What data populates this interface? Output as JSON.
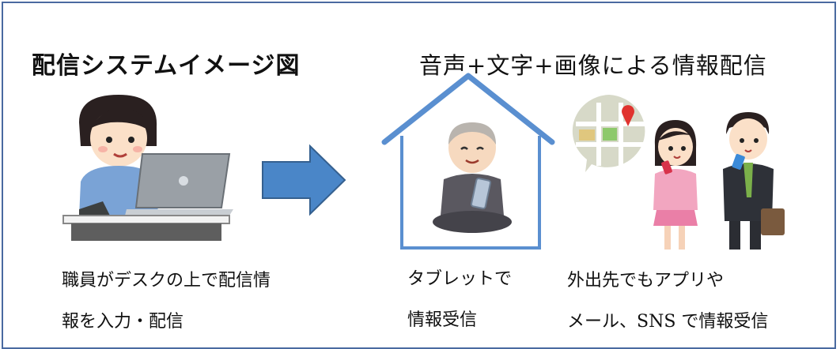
{
  "title": "配信システムイメージ図",
  "subtitle": "音声+文字+画像による情報配信",
  "captions": {
    "staff": [
      "職員がデスクの上で配信情",
      "報を入力・配信"
    ],
    "tablet": [
      "タブレットで",
      "情報受信"
    ],
    "outside": [
      "外出先でもアプリや",
      "メール、SNS で情報受信"
    ]
  },
  "icons": [
    "staff-at-laptop",
    "arrow-right-icon",
    "house-icon",
    "elderly-with-tablet",
    "map-bubble-icon",
    "map-pin-icon",
    "woman-with-phone",
    "man-with-phone"
  ],
  "colors": {
    "border": "#4a6aa0",
    "arrow": "#4a86c8",
    "house": "#5a8fd0"
  }
}
